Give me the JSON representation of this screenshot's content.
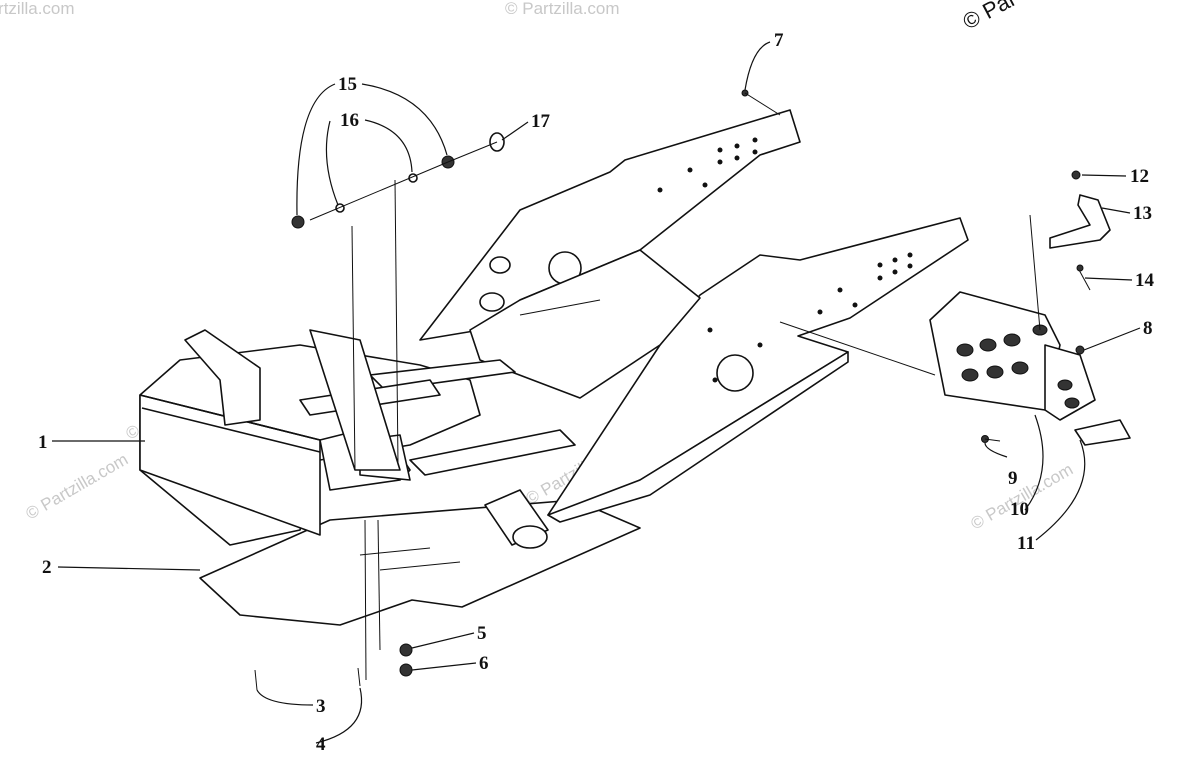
{
  "watermark": {
    "text_short": "© Partzilla.com",
    "text_corner": "© Par"
  },
  "callouts": [
    {
      "id": "1",
      "label": "1"
    },
    {
      "id": "2",
      "label": "2"
    },
    {
      "id": "3",
      "label": "3"
    },
    {
      "id": "4",
      "label": "4"
    },
    {
      "id": "5",
      "label": "5"
    },
    {
      "id": "6",
      "label": "6"
    },
    {
      "id": "7",
      "label": "7"
    },
    {
      "id": "8",
      "label": "8"
    },
    {
      "id": "9",
      "label": "9"
    },
    {
      "id": "10",
      "label": "10"
    },
    {
      "id": "11",
      "label": "11"
    },
    {
      "id": "12",
      "label": "12"
    },
    {
      "id": "13",
      "label": "13"
    },
    {
      "id": "14",
      "label": "14"
    },
    {
      "id": "15",
      "label": "15"
    },
    {
      "id": "16",
      "label": "16"
    },
    {
      "id": "17",
      "label": "17"
    }
  ]
}
